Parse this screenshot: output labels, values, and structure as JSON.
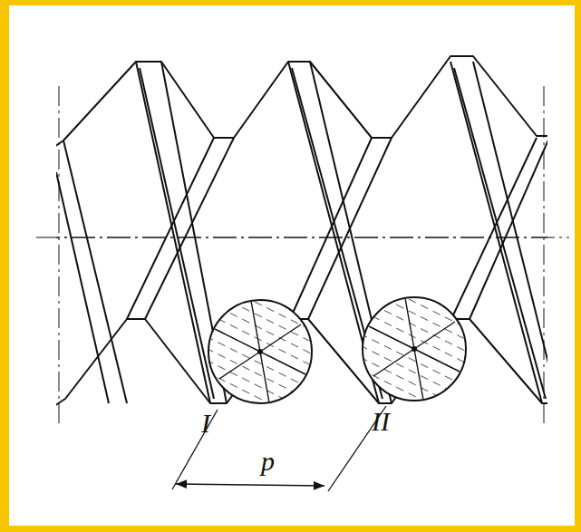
{
  "diagram": {
    "labels": [
      "I",
      "II",
      "p"
    ]
  }
}
